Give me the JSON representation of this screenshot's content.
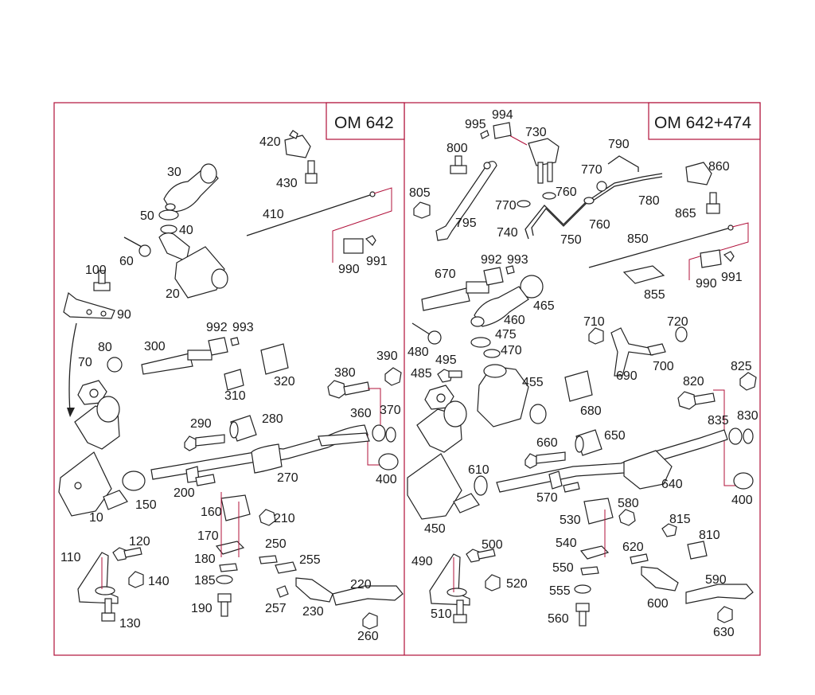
{
  "panels": [
    {
      "title": "OM 642",
      "callouts": [
        "420",
        "430",
        "30",
        "410",
        "50",
        "40",
        "60",
        "990",
        "991",
        "100",
        "20",
        "90",
        "992",
        "993",
        "300",
        "80",
        "70",
        "310",
        "320",
        "390",
        "380",
        "290",
        "280",
        "360",
        "370",
        "200",
        "150",
        "270",
        "400",
        "160",
        "210",
        "10",
        "120",
        "170",
        "250",
        "110",
        "180",
        "255",
        "140",
        "185",
        "220",
        "190",
        "257",
        "230",
        "130",
        "260"
      ]
    },
    {
      "title": "OM 642+474",
      "callouts": [
        "994",
        "995",
        "730",
        "800",
        "790",
        "770",
        "860",
        "805",
        "760",
        "780",
        "770",
        "865",
        "795",
        "740",
        "750",
        "760",
        "850",
        "992",
        "993",
        "670",
        "990",
        "991",
        "465",
        "855",
        "460",
        "710",
        "720",
        "480",
        "475",
        "470",
        "495",
        "690",
        "700",
        "485",
        "455",
        "820",
        "825",
        "680",
        "835",
        "830",
        "660",
        "650",
        "610",
        "640",
        "570",
        "400",
        "580",
        "530",
        "450",
        "815",
        "810",
        "540",
        "500",
        "620",
        "550",
        "490",
        "520",
        "590",
        "555",
        "600",
        "510",
        "560",
        "630"
      ]
    }
  ]
}
